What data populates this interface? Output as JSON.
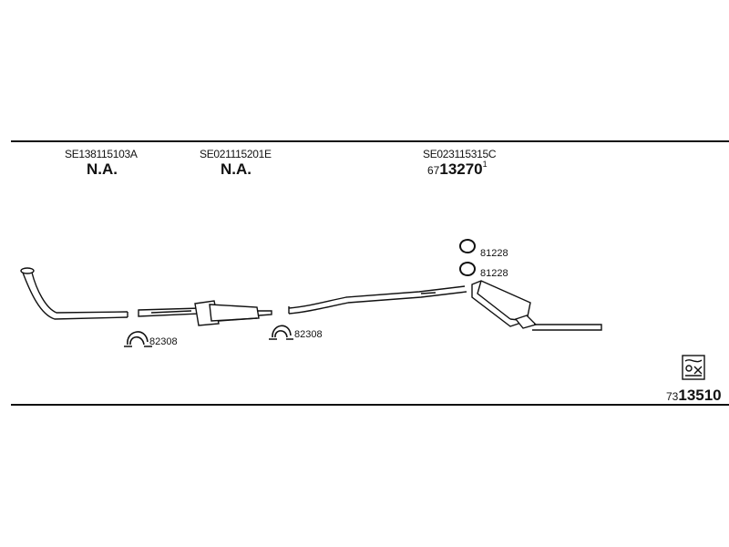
{
  "header": {
    "part1": {
      "code": "SE138115103A",
      "status": "N.A."
    },
    "part2": {
      "code": "SE021115201E",
      "status": "N.A."
    },
    "part3": {
      "code": "SE023115315C",
      "ref_prefix": "67",
      "ref_main": "13270",
      "ref_suffix": "1"
    }
  },
  "labels": {
    "clamp_left": "82308",
    "clamp_mid": "82308",
    "ring_top": "81228",
    "ring_bottom": "81228"
  },
  "footer": {
    "ref_prefix": "73",
    "ref_main": "13510",
    "icon": "catalog-icon"
  }
}
